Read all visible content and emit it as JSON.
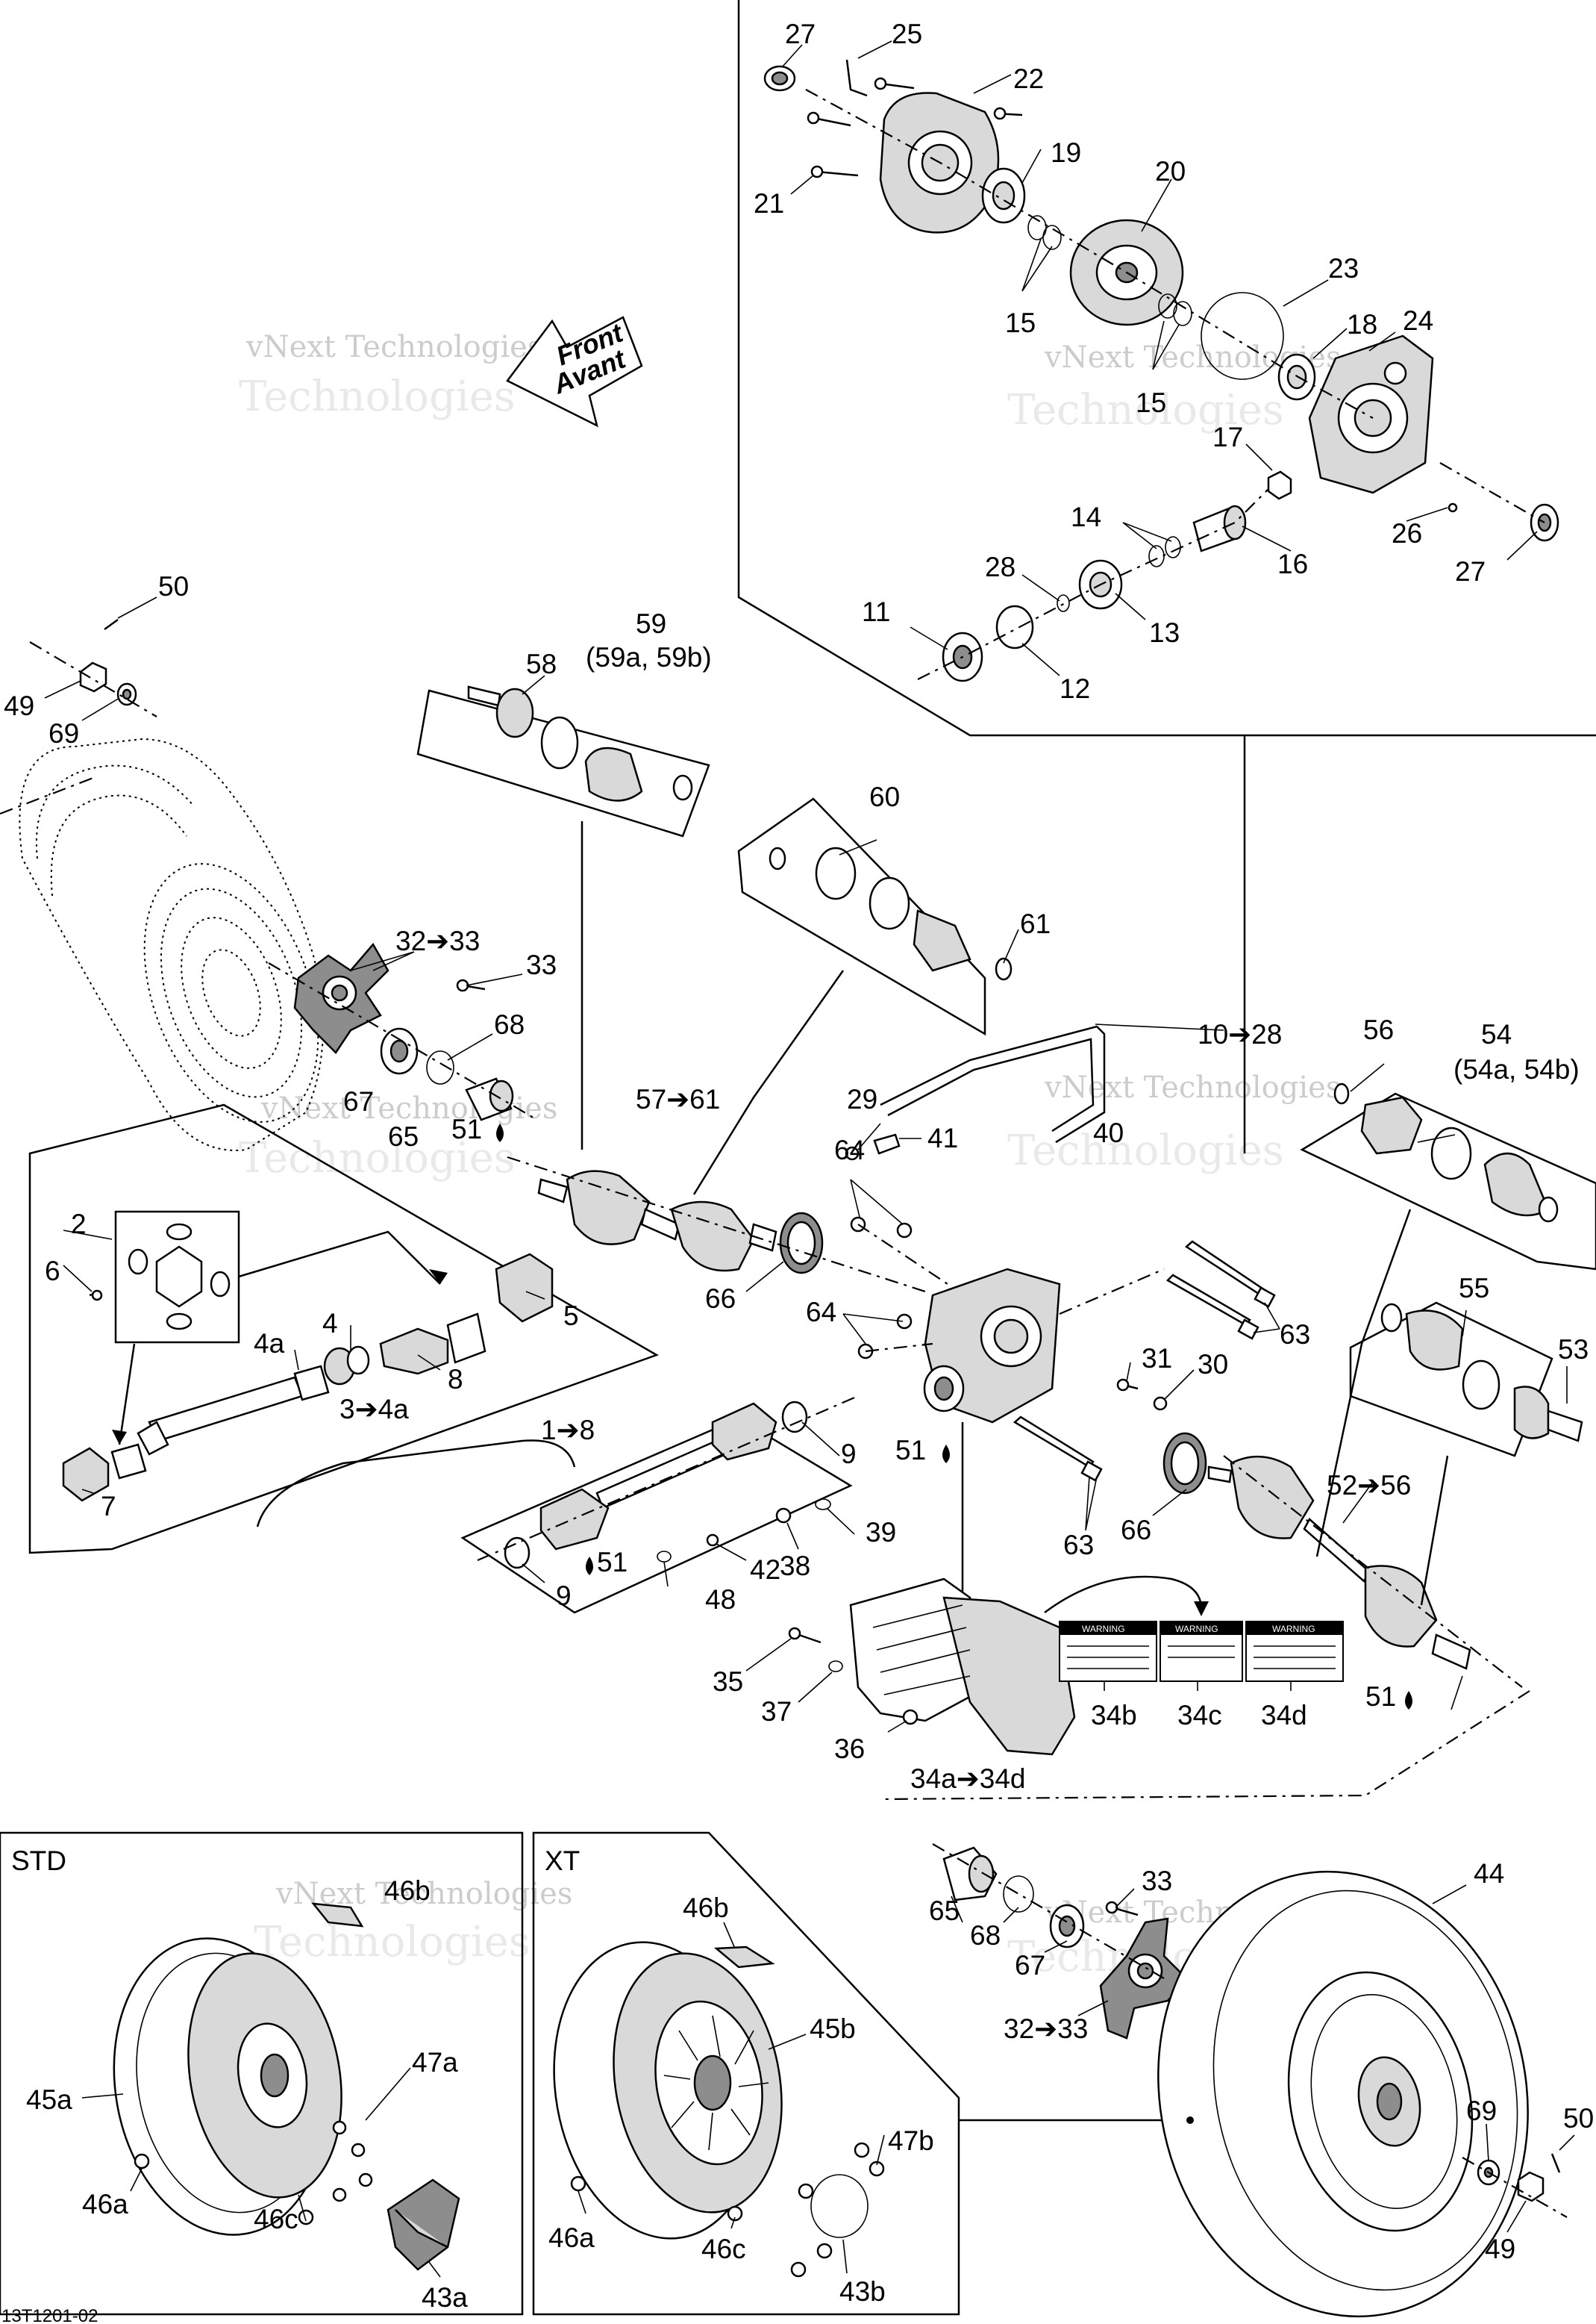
{
  "diagram": {
    "drawing_number": "13T1201-02",
    "front_arrow": {
      "line1": "Front",
      "line2": "Avant"
    },
    "watermarks": [
      "vNext Technologies",
      "vNext Technologies",
      "vNext Technologies",
      "vNext Technologies",
      "vNext Technologies",
      "vNext Technologies"
    ],
    "inset_std_label": "STD",
    "inset_xt_label": "XT",
    "labels": {
      "l27a": "27",
      "l25": "25",
      "l22": "22",
      "l19": "19",
      "l21": "21",
      "l20": "20",
      "l15a": "15",
      "l23": "23",
      "l18": "18",
      "l24": "24",
      "l15b": "15",
      "l17": "17",
      "l14": "14",
      "l16": "16",
      "l26": "26",
      "l27b": "27",
      "l28": "28",
      "l11": "11",
      "l13": "13",
      "l12": "12",
      "l50a": "50",
      "l49a": "49",
      "l69a": "69",
      "l58": "58",
      "l59": "59",
      "l59sub": "(59a, 59b)",
      "l60": "60",
      "l61": "61",
      "l32to33a": "32➔33",
      "l33a": "33",
      "l68a": "68",
      "l67a": "67",
      "l65a": "65",
      "l57to61": "57➔61",
      "l29": "29",
      "l41": "41",
      "l40": "40",
      "l10to28": "10➔28",
      "l56": "56",
      "l54": "54",
      "l54sub": "(54a, 54b)",
      "l51a": "51",
      "l2": "2",
      "l6": "6",
      "l5": "5",
      "l4": "4",
      "l4a": "4a",
      "l8a": "8",
      "l3to4a": "3➔4a",
      "l7": "7",
      "l64a": "64",
      "l66a": "66",
      "l64b": "64",
      "l63a": "63",
      "l55": "55",
      "l53": "53",
      "l31": "31",
      "l30": "30",
      "l51b": "51",
      "l1to8": "1➔8",
      "l9a": "9",
      "l39": "39",
      "l38": "38",
      "l42": "42",
      "l51c": "51",
      "l48": "48",
      "l9b": "9",
      "l63b": "63",
      "l66b": "66",
      "l52to56": "52➔56",
      "l35": "35",
      "l37": "37",
      "l36": "36",
      "l34b": "34b",
      "l34c": "34c",
      "l34d": "34d",
      "l34ato34d": "34a➔34d",
      "l51d": "51",
      "l46b_std": "46b",
      "l47a": "47a",
      "l45a": "45a",
      "l46a_std": "46a",
      "l46c_std": "46c",
      "l43a": "43a",
      "l46b_xt": "46b",
      "l45b": "45b",
      "l47b": "47b",
      "l46a_xt": "46a",
      "l46c_xt": "46c",
      "l43b": "43b",
      "l65b": "65",
      "l68b": "68",
      "l67b": "67",
      "l33b": "33",
      "l32to33b": "32➔33",
      "l44": "44",
      "l69b": "69",
      "l50b": "50",
      "l49b": "49"
    },
    "warning_labels": {
      "w1": "WARNING",
      "w2": "WARNING",
      "w3": "WARNING"
    }
  }
}
